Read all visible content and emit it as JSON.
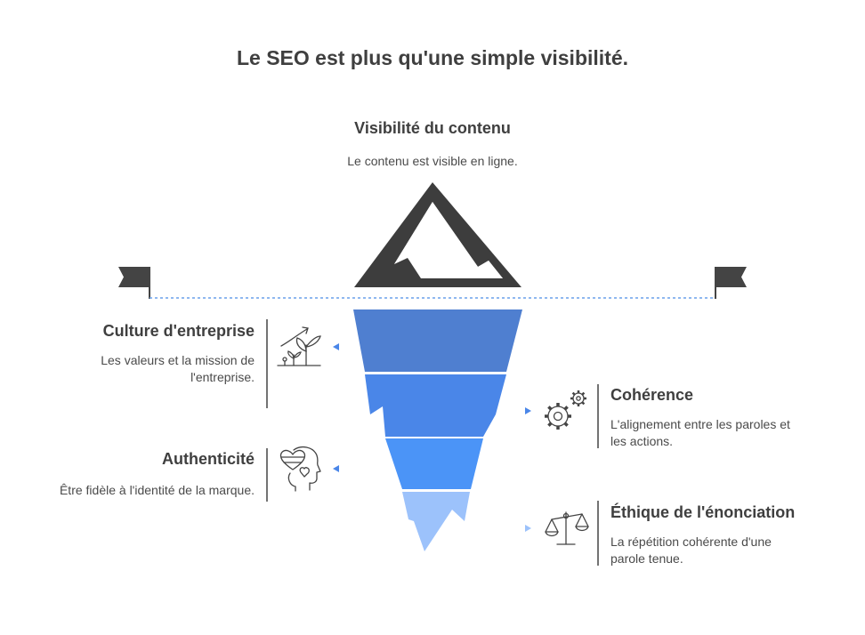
{
  "title": "Le SEO est plus qu'une simple visibilité.",
  "top": {
    "heading": "Visibilité du contenu",
    "description": "Le contenu est visible en ligne."
  },
  "layers": [
    {
      "heading": "Culture d'entreprise",
      "description_lines": [
        "Les valeurs et la mission de",
        "l'entreprise."
      ],
      "side": "left",
      "icon": "growing-plants-icon",
      "color": "#4f7fd0"
    },
    {
      "heading": "Cohérence",
      "description_lines": [
        "L'alignement entre les paroles et",
        "les actions."
      ],
      "side": "right",
      "icon": "gears-icon",
      "color": "#4a86e8"
    },
    {
      "heading": "Authenticité",
      "description_lines": [
        "Être fidèle à l'identité de la marque."
      ],
      "side": "left",
      "icon": "heart-head-icon",
      "color": "#4b94f7"
    },
    {
      "heading": "Éthique de l'énonciation",
      "description_lines": [
        "La répétition cohérente d'une",
        "parole tenue."
      ],
      "side": "right",
      "icon": "balance-scale-icon",
      "color": "#9cc2fb"
    }
  ],
  "colors": {
    "mountain": "#3d3d3d",
    "waterline": "#6aa0ec",
    "flag": "#444444"
  }
}
